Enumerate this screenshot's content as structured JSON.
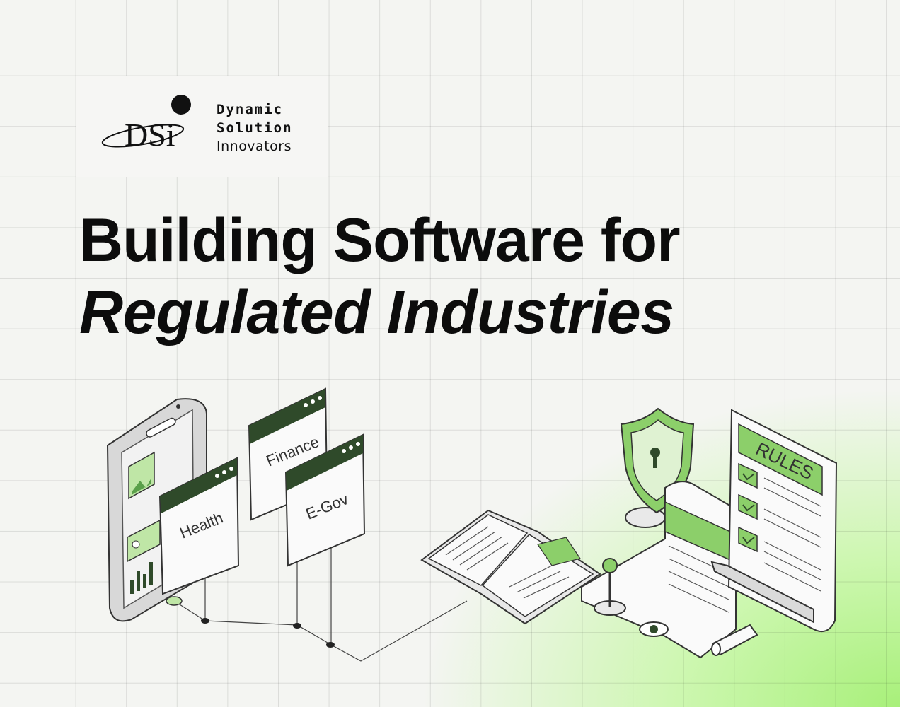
{
  "brand": {
    "line1": "Dynamic",
    "line2": "Solution",
    "line3": "Innovators",
    "monogram": "DSi"
  },
  "headline": {
    "line1": "Building Software for",
    "line2": "Regulated Industries"
  },
  "illustration": {
    "cards": [
      "Health",
      "Finance",
      "E-Gov"
    ],
    "rules_label": "RULES"
  },
  "colors": {
    "accent_green": "#7dd35a",
    "dark_green": "#2f4a2a",
    "light_green": "#bfe6a6"
  }
}
